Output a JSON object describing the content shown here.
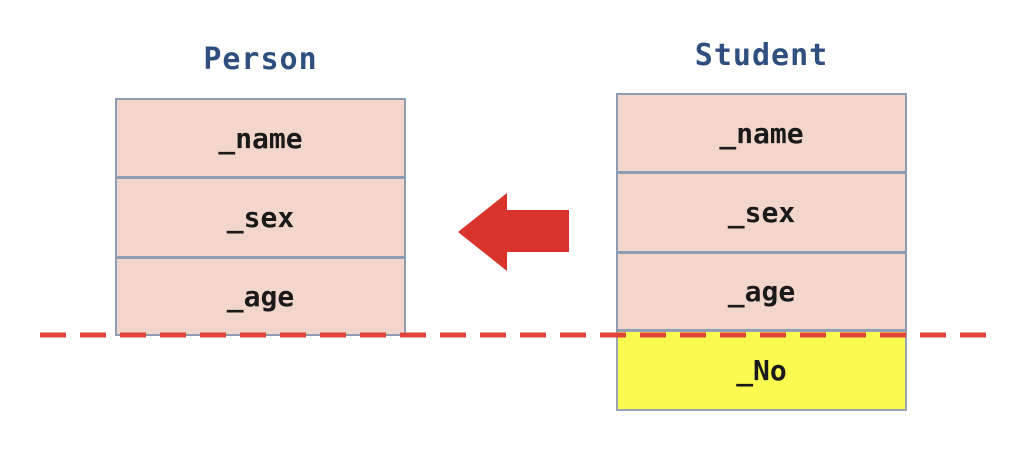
{
  "colors": {
    "cell_fill": "#f2d5cb",
    "cell_border": "#8e9cb4",
    "extra_fill": "#fafa50",
    "arrow": "#d9342b",
    "dash_line": "#e0443a",
    "title": "#2f4f7f"
  },
  "person": {
    "title": "Person",
    "fields": [
      "_name",
      "_sex",
      "_age"
    ]
  },
  "student": {
    "title": "Student",
    "fields": [
      "_name",
      "_sex",
      "_age",
      "_No"
    ]
  },
  "arrow": {
    "direction": "left",
    "icon": "left-arrow-icon"
  }
}
